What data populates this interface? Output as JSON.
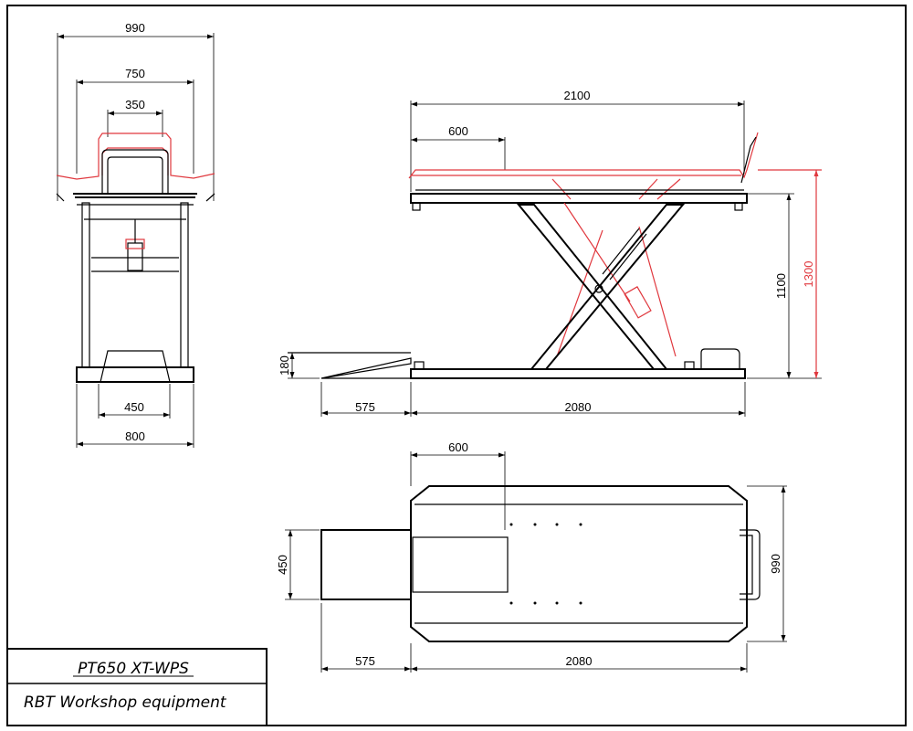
{
  "title_block": {
    "model": "PT650 XT-WPS",
    "company": "RBT Workshop equipment"
  },
  "dimensions": {
    "front_total_width": "990",
    "front_rail_width": "750",
    "front_handle_width": "350",
    "front_ramp_width": "450",
    "front_base_width": "800",
    "side_platform_length": "2100",
    "side_vise_offset": "600",
    "side_max_height": "1100",
    "side_max_height_with_rail": "1300",
    "side_ramp_height": "180",
    "side_ramp_length": "575",
    "side_base_length": "2080",
    "top_vise_offset": "600",
    "top_width": "990",
    "top_ramp_width": "450",
    "top_ramp_length": "575",
    "top_base_length": "2080"
  },
  "colors": {
    "line": "#000000",
    "raised_position": "#e0383e"
  }
}
